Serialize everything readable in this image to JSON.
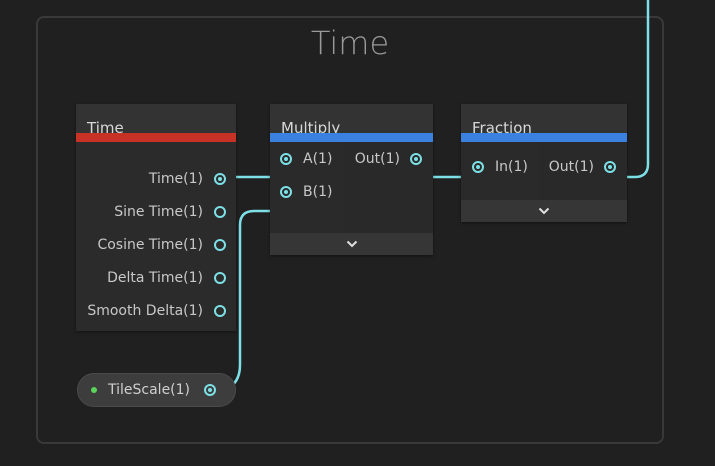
{
  "group": {
    "title": "Time"
  },
  "nodes": {
    "time": {
      "title": "Time",
      "accent": "#c83226",
      "outputs": [
        "Time(1)",
        "Sine Time(1)",
        "Cosine Time(1)",
        "Delta Time(1)",
        "Smooth Delta(1)"
      ]
    },
    "multiply": {
      "title": "Multiply",
      "accent": "#3b82e0",
      "inputs": [
        "A(1)",
        "B(1)"
      ],
      "outputs": [
        "Out(1)"
      ]
    },
    "fraction": {
      "title": "Fraction",
      "accent": "#3b82e0",
      "inputs": [
        "In(1)"
      ],
      "outputs": [
        "Out(1)"
      ]
    }
  },
  "property": {
    "label": "TileScale(1)",
    "indicator_color": "#5bd35b"
  },
  "colors": {
    "wire": "#7ce0e6",
    "background": "#202020",
    "group_border": "#393939"
  },
  "icons": {
    "expand": "chevron-down-icon",
    "port": "port-connector-icon"
  }
}
